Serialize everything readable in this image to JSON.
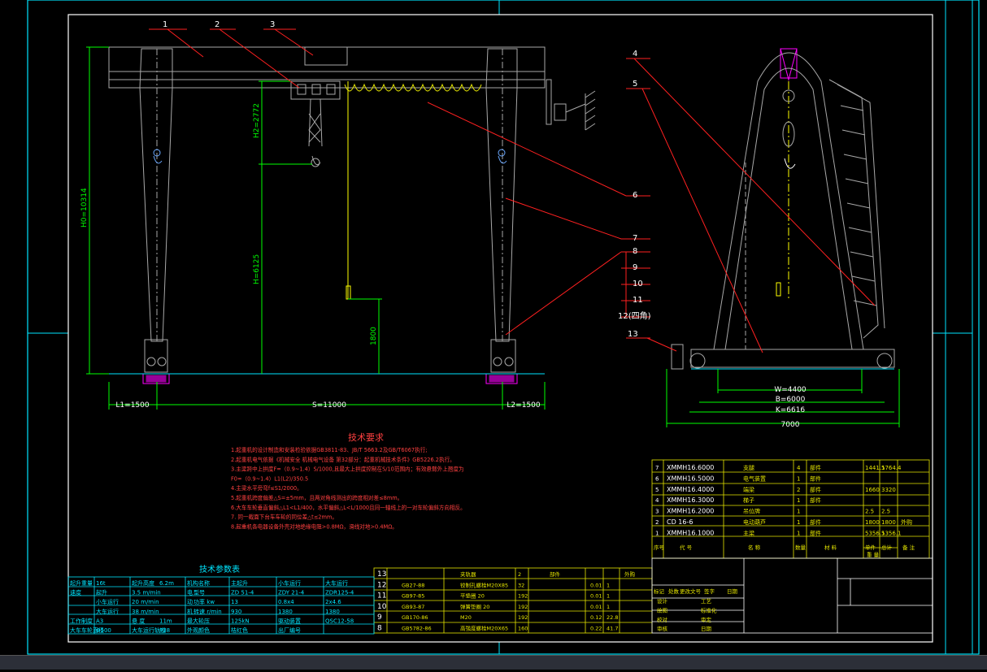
{
  "callouts": [
    "1",
    "2",
    "3",
    "4",
    "5",
    "6",
    "7",
    "8",
    "9",
    "10",
    "11",
    "12(四角)",
    "13"
  ],
  "dimensions": {
    "h0": "H0=10314",
    "h2": "H2=2772",
    "h": "H=6125",
    "hook_drop": "1800",
    "l1": "L1=1500",
    "span": "S=11000",
    "l2": "L2=1500",
    "w": "W=4400",
    "b": "B=6000",
    "k": "K=6616",
    "total": "7000"
  },
  "tech_requirements": {
    "title": "技术要求",
    "lines": [
      "1.起重机的设计制造和安装检验依据GB3811-83、JB/T 5663.2及GB/T6067执行;",
      "2.起重机电气依据《机械安全  机械电气设备 第32部分：起重机械技术条件》GB5226.2执行。",
      "3.主梁跨中上拱度F=（0.9~1.4）S/1000,且最大上拱度控制在S/10范围内；有效悬臂外上翘度为",
      "F0=（0.9~1.4）L1(L2)/350.5",
      "4.主梁水平旁弯f≤S1/2000。",
      "5.起重机跨度偏差△S=±5mm，且两对角线测出的跨度相对差≤8mm。",
      "6.大车车轮垂直偏斜△L1<L1/400，水平偏斜△L<L/1000且同一轴线上的一对车轮偏斜方向相反。",
      "7. 同一截面下台车车轮的同位差△t≤2mm。",
      "8.起重机各电器设备外壳对地绝缘电阻>0.8MΩ，滑线对地>0.4MΩ。"
    ]
  },
  "params_table": {
    "title": "技术参数表",
    "rows": [
      [
        "起升重量",
        "16t",
        "起升高度",
        "6.2m",
        "机构名称",
        "主起升",
        "小车运行",
        "大车运行"
      ],
      [
        "速度",
        "起升",
        "3.5 m/min",
        "电",
        "型号",
        "ZD 51-4",
        "ZDY 21-4",
        "ZDR125-4"
      ],
      [
        "",
        "小车运行",
        "20 m/min",
        "动",
        "功率 kw",
        "13",
        "0.8x4",
        "2x4.6"
      ],
      [
        "",
        "大车运行",
        "38 m/min",
        "机",
        "转速 r/min",
        "930",
        "1380",
        "1380"
      ],
      [
        "工作制度",
        "A3",
        "悬 度",
        "11m",
        "最大轮压",
        "125kN",
        "驱动装置",
        "QSC12-58"
      ],
      [
        "大车车轮直径",
        "Φ500",
        "大车运行轨道",
        "P38",
        "外观颜色",
        "桔红色",
        "出厂编号",
        ""
      ]
    ]
  },
  "parts_upper": {
    "rows": [
      [
        "7",
        "XMMH16.6000",
        "支腿",
        "4",
        "部件",
        "1441.1",
        "5764.4",
        ""
      ],
      [
        "6",
        "XMMH16.5000",
        "电气装置",
        "1",
        "部件",
        "",
        "",
        ""
      ],
      [
        "5",
        "XMMH16.4000",
        "端梁",
        "2",
        "部件",
        "1660",
        "3320",
        ""
      ],
      [
        "4",
        "XMMH16.3000",
        "梯子",
        "1",
        "部件",
        "",
        "",
        ""
      ],
      [
        "3",
        "XMMH16.2000",
        "吊位牌",
        "1",
        "",
        "2.5",
        "2.5",
        ""
      ],
      [
        "2",
        "CD 16-6",
        "电动葫芦",
        "1",
        "部件",
        "1800",
        "1800",
        "外购"
      ],
      [
        "1",
        "XMMH16.1000",
        "主梁",
        "1",
        "部件",
        "5356.1",
        "5356.1",
        ""
      ]
    ],
    "header": [
      "序号",
      "代 号",
      "名 称",
      "数量",
      "材 料",
      "单件",
      "总计",
      "备 注"
    ],
    "header_sub": "重 量"
  },
  "parts_lower": {
    "rows": [
      [
        "13",
        "",
        "夹轨器",
        "2",
        "部件",
        "",
        "",
        "外购"
      ],
      [
        "12",
        "GB27-88",
        "铰制孔螺栓M20X85",
        "32",
        "",
        "0.01",
        "1",
        ""
      ],
      [
        "11",
        "GB97-85",
        "平垫圈 20",
        "192",
        "",
        "0.01",
        "1",
        ""
      ],
      [
        "10",
        "GB93-87",
        "弹簧垫圈 20",
        "192",
        "",
        "0.01",
        "1",
        ""
      ],
      [
        "9",
        "GB170-86",
        "M20",
        "192",
        "",
        "0.12",
        "22.8",
        ""
      ],
      [
        "8",
        "GB5782-86",
        "高强度螺栓M20X65",
        "160",
        "",
        "0.22",
        "41.7",
        ""
      ]
    ]
  },
  "title_block": {
    "row1": [
      "标记",
      "处数",
      "更改文号",
      "签字",
      "日期"
    ],
    "labels": [
      "设计",
      "工艺",
      "绘图",
      "标准化",
      "校对",
      "审定",
      "审核",
      "日期"
    ]
  },
  "colors": {
    "background": "#000000",
    "frame": "#ffffff",
    "sheet_border": "#00e5ff",
    "outline": "#a8a8a8",
    "dimension": "#00ff00",
    "leader": "#ff2020",
    "centerline": "#ffff00",
    "magenta": "#ff00ff",
    "text_red": "#ff4040"
  }
}
